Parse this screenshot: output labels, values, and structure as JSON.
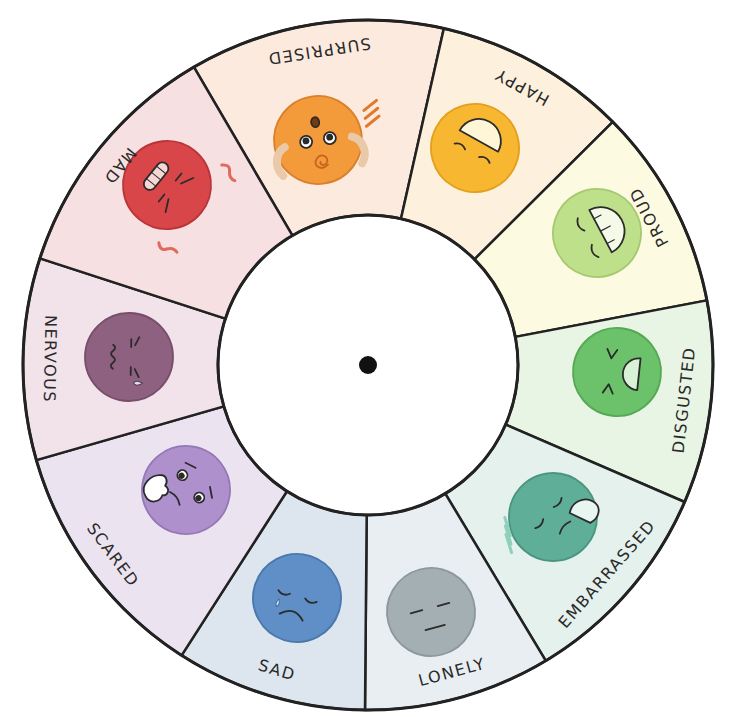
{
  "diagram": {
    "nodes": [
      {
        "text": [
          "SURPRISED"
        ]
      },
      {
        "text": [
          "HAPPY"
        ]
      },
      {
        "text": [
          "PROUD"
        ]
      },
      {
        "text": [
          "DISGUSTED"
        ]
      },
      {
        "text": [
          "EMBARRASSED"
        ]
      },
      {
        "text": [
          "LONELY"
        ]
      },
      {
        "text": [
          "SAD"
        ]
      },
      {
        "text": [
          "SCARED"
        ]
      },
      {
        "text": [
          "NERVOUS"
        ]
      },
      {
        "text": [
          "MAD"
        ]
      }
    ]
  }
}
